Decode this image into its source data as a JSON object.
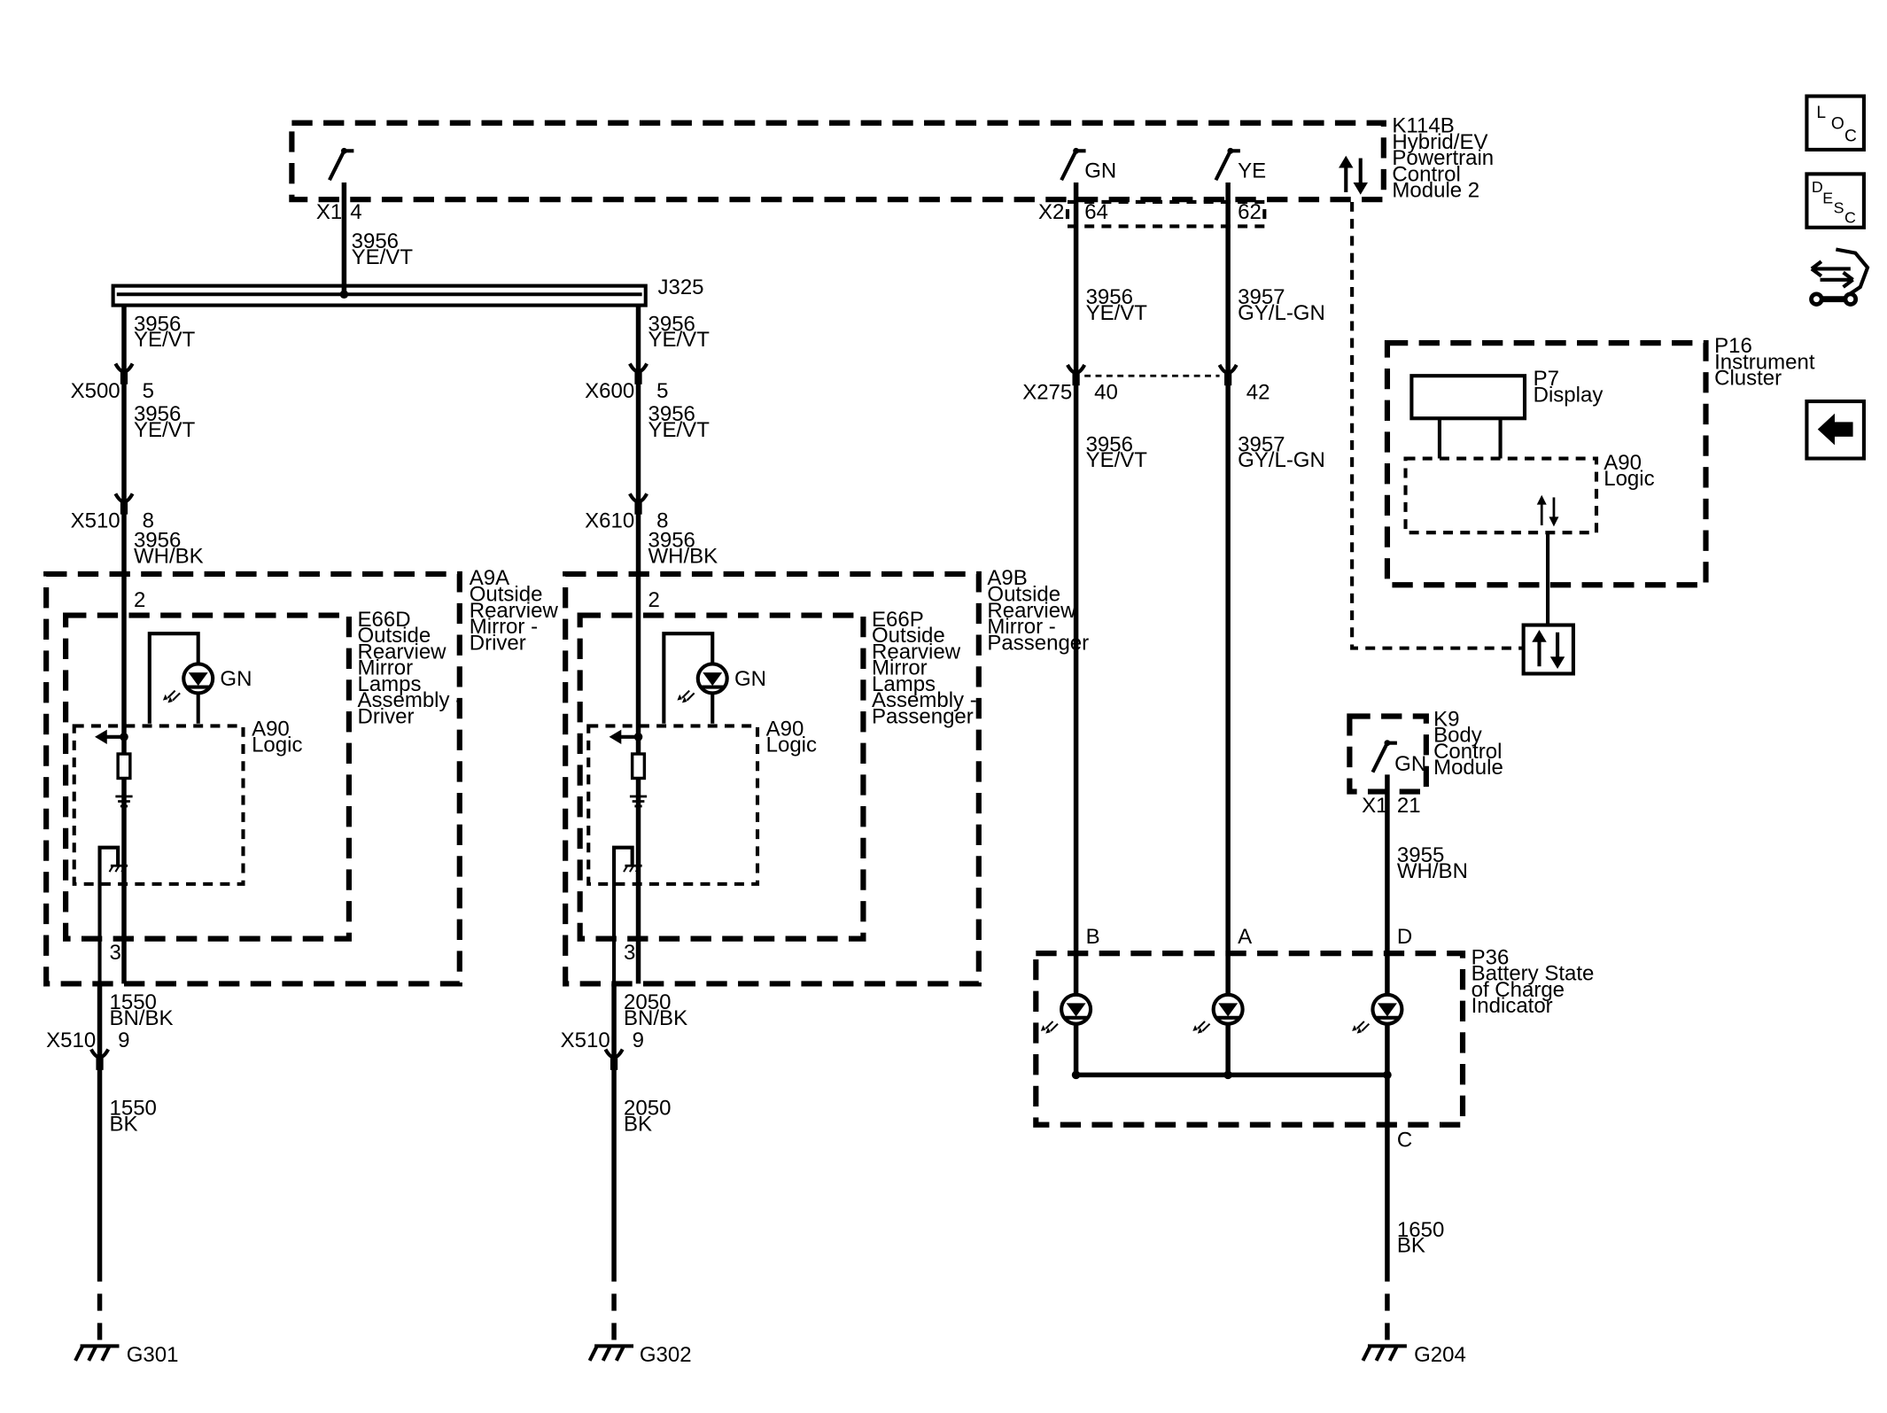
{
  "nav": {
    "loc": {
      "l": "L",
      "o": "O",
      "c": "C"
    },
    "desc": {
      "d": "D",
      "e": "E",
      "s": "S",
      "c": "C"
    },
    "connector_tool_icon": "connector-wrench-icon",
    "back_icon": "back-arrow-icon"
  },
  "components": {
    "k114b": {
      "lines": [
        "K114B",
        "Hybrid/EV",
        "Powertrain",
        "Control",
        "Module 2"
      ]
    },
    "j325": "J325",
    "a9a": {
      "lines": [
        "A9A",
        "Outside",
        "Rearview",
        "Mirror -",
        "Driver"
      ]
    },
    "a9b": {
      "lines": [
        "A9B",
        "Outside",
        "Rearview",
        "Mirror -",
        "Passenger"
      ]
    },
    "e66d": {
      "lines": [
        "E66D",
        "Outside",
        "Rearview",
        "Mirror",
        "Lamps",
        "Assembly -",
        "Driver"
      ]
    },
    "e66p": {
      "lines": [
        "E66P",
        "Outside",
        "Rearview",
        "Mirror",
        "Lamps",
        "Assembly -",
        "Passenger"
      ]
    },
    "a90_logic": {
      "lines": [
        "A90",
        "Logic"
      ]
    },
    "p16": {
      "lines": [
        "P16",
        "Instrument",
        "Cluster"
      ]
    },
    "p7": {
      "lines": [
        "P7",
        "Display"
      ]
    },
    "k9": {
      "lines": [
        "K9",
        "Body",
        "Control",
        "Module"
      ]
    },
    "p36": {
      "lines": [
        "P36",
        "Battery State",
        "of Charge",
        "Indicator"
      ]
    }
  },
  "connectors": {
    "x1": "X1",
    "x2": "X2",
    "x500": "X500",
    "x600": "X600",
    "x510": "X510",
    "x610": "X610",
    "x275": "X275"
  },
  "pins": {
    "p4": "4",
    "p64": "64",
    "p62": "62",
    "p5": "5",
    "p8": "8",
    "p2": "2",
    "p3": "3",
    "p9": "9",
    "p40": "40",
    "p42": "42",
    "p21": "21",
    "pb": "B",
    "pa": "A",
    "pd": "D",
    "pc": "C"
  },
  "wires": {
    "c3956": "3956",
    "c3957": "3957",
    "c1550": "1550",
    "c2050": "2050",
    "c3955": "3955",
    "c1650": "1650",
    "ye_vt": "YE/VT",
    "gy_lgn": "GY/L-GN",
    "wh_bk": "WH/BK",
    "bn_bk": "BN/BK",
    "bk": "BK",
    "wh_bn": "WH/BN"
  },
  "colors": {
    "gn": "GN",
    "ye": "YE"
  },
  "grounds": {
    "g301": "G301",
    "g302": "G302",
    "g204": "G204"
  }
}
